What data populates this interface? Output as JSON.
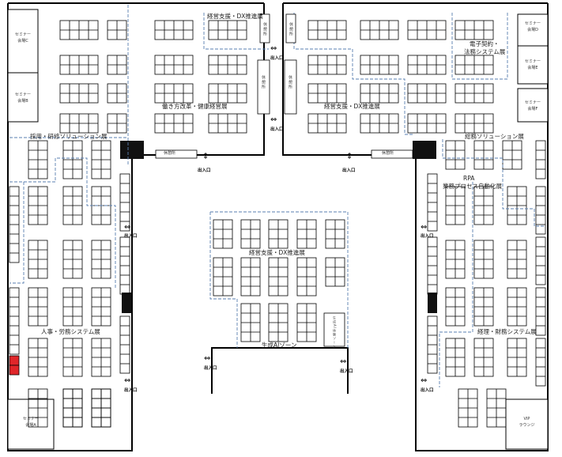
{
  "zones": {
    "top_center": "経営支援・DX推進展",
    "work_style": "働き方改革・健康経営展",
    "dx_right": "経営支援・DX推進展",
    "e_contract": "電子契約・",
    "legal": "法務システム展",
    "recruit": "採用・研修ソリューション展",
    "general": "総務ソリューション展",
    "rpa1": "RPA",
    "rpa2": "業務プロセス自動化展",
    "center_dx": "経営支援・DX推進展",
    "ai_zone": "生成AIゾーン",
    "hr": "人事・労務システム展",
    "accounting": "経理・財務システム展"
  },
  "rooms": {
    "c_line1": "セミナー",
    "c_line2": "会場C",
    "b_line1": "セミナー",
    "b_line2": "会場B",
    "a_line1": "セミナー",
    "a_line2": "会場A",
    "d_line1": "セミナー",
    "d_line2": "会場D",
    "e_line1": "セミナー",
    "e_line2": "会場E",
    "f_line1": "セミナー",
    "f_line2": "会場F",
    "vip_line1": "VIP",
    "vip_line2": "ラウンジ"
  },
  "rest": {
    "top_a": "休憩所",
    "top_b": "休憩所",
    "mid_a": "休憩所",
    "mid_b": "休憩所",
    "left": "休憩所",
    "right": "休憩所",
    "center": "生成AI体験ゾーン"
  },
  "entrance": "出入口",
  "entrances": [
    "出入口",
    "出入口",
    "出入口",
    "出入口",
    "出入口",
    "出入口",
    "出入口",
    "出入口",
    "出入口",
    "出入口"
  ],
  "colors": {
    "wall": "#000000",
    "booth": "#222222",
    "zone_border": "#5a7fb0",
    "highlight": "#e0262a",
    "block": "#111111"
  }
}
